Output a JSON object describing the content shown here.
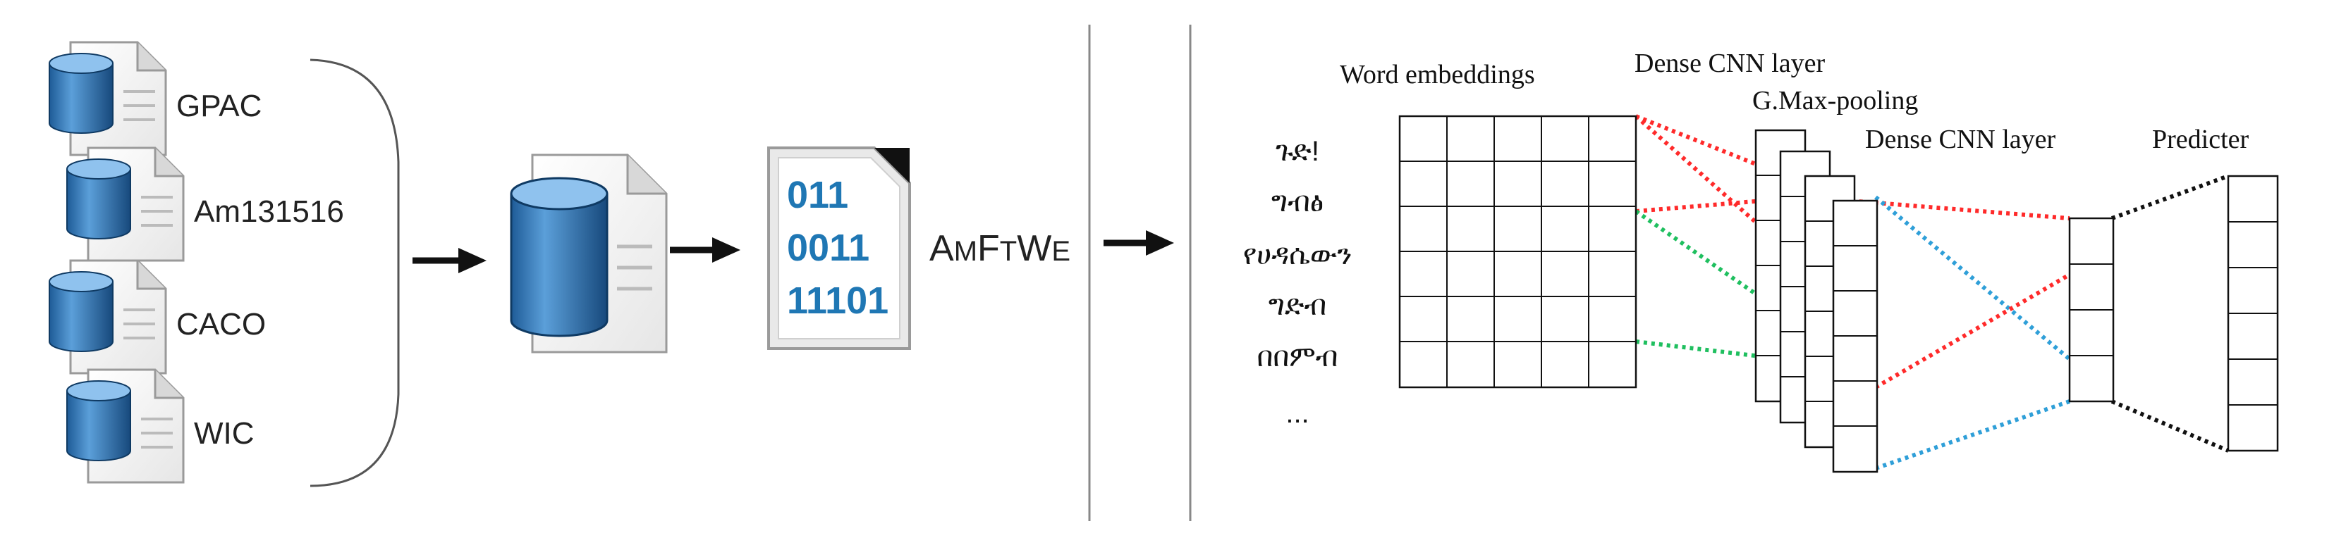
{
  "sources": [
    {
      "label": "GPAC"
    },
    {
      "label": "Am131516"
    },
    {
      "label": "CACO"
    },
    {
      "label": "WIC"
    }
  ],
  "binary_file": {
    "lines": [
      "011",
      "0011",
      "11101"
    ],
    "label_parts": [
      {
        "text": "A",
        "size": "large"
      },
      {
        "text": "M",
        "size": "small"
      },
      {
        "text": "F",
        "size": "large"
      },
      {
        "text": "T",
        "size": "small"
      },
      {
        "text": "W",
        "size": "large"
      },
      {
        "text": "E",
        "size": "small"
      }
    ]
  },
  "model": {
    "word_embeddings_label": "Word embeddings",
    "dense_cnn_top_label": "Dense CNN layer",
    "gmax_pooling_label": "G.Max-pooling",
    "dense_cnn_mid_label": "Dense CNN layer",
    "predicter_label": "Predicter",
    "words": [
      "ጉድ!",
      "ግብፅ",
      "የሀዳሴውን",
      "ግድብ",
      "በበምብ",
      "..."
    ]
  },
  "colors": {
    "db_blue": "#3a78b5",
    "binary_blue": "#1f77b4",
    "red": "#ff2a2a",
    "green": "#1fbf5f",
    "blue": "#2f9fd8",
    "black": "#000000"
  }
}
